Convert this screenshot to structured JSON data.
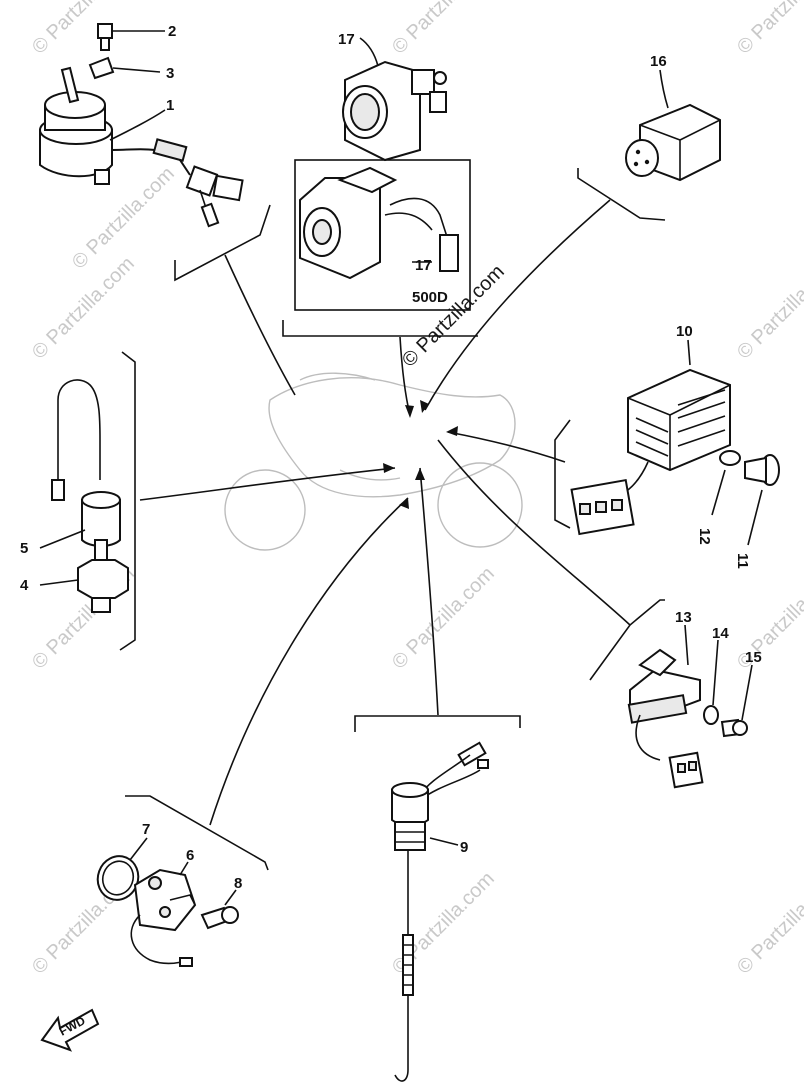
{
  "watermark": "© Partzilla.com",
  "variant_label": "500D",
  "fwd_label": "FWD",
  "callouts": {
    "c1": "1",
    "c2": "2",
    "c3": "3",
    "c4": "4",
    "c5": "5",
    "c6": "6",
    "c7": "7",
    "c8": "8",
    "c9": "9",
    "c10": "10",
    "c11": "11",
    "c12": "12",
    "c13": "13",
    "c14": "14",
    "c15": "15",
    "c16": "16",
    "c17a": "17",
    "c17b": "17"
  }
}
